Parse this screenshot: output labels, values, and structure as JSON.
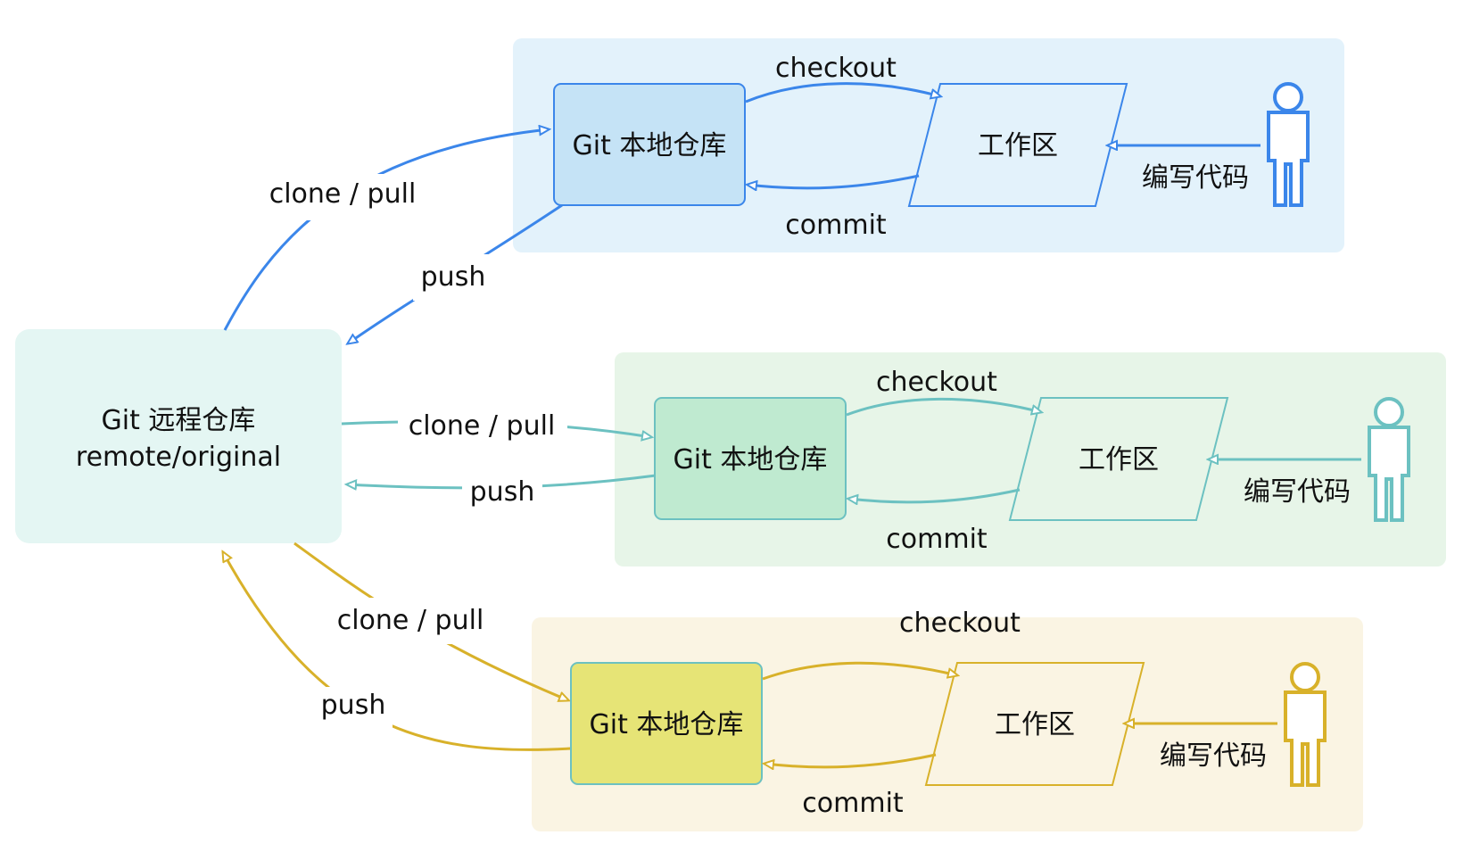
{
  "remote": {
    "title": "Git 远程仓库",
    "subtitle": "remote/original"
  },
  "colors": {
    "blue": "#3b86ea",
    "teal": "#6cc1c1",
    "gold": "#d8b12a",
    "remote_fill": "#e4f6f3"
  },
  "groups": [
    {
      "id": "blue",
      "accent": "#3b86ea",
      "bg": "#e3f2fb",
      "repo_fill": "#c5e3f6",
      "repo_label": "Git 本地仓库",
      "workspace_label": "工作区",
      "checkout_label": "checkout",
      "commit_label": "commit",
      "write_label": "编写代码",
      "clone_label": "clone / pull",
      "push_label": "push",
      "person_icon": "person-icon"
    },
    {
      "id": "teal",
      "accent": "#6cc1c1",
      "bg": "#e7f5e8",
      "repo_fill": "#bfead0",
      "repo_label": "Git 本地仓库",
      "workspace_label": "工作区",
      "checkout_label": "checkout",
      "commit_label": "commit",
      "write_label": "编写代码",
      "clone_label": "clone / pull",
      "push_label": "push",
      "person_icon": "person-icon"
    },
    {
      "id": "gold",
      "accent": "#d8b12a",
      "bg": "#faf4e3",
      "repo_fill": "#e6e476",
      "repo_label": "Git 本地仓库",
      "workspace_label": "工作区",
      "checkout_label": "checkout",
      "commit_label": "commit",
      "write_label": "编写代码",
      "clone_label": "clone / pull",
      "push_label": "push",
      "person_icon": "person-icon"
    }
  ]
}
